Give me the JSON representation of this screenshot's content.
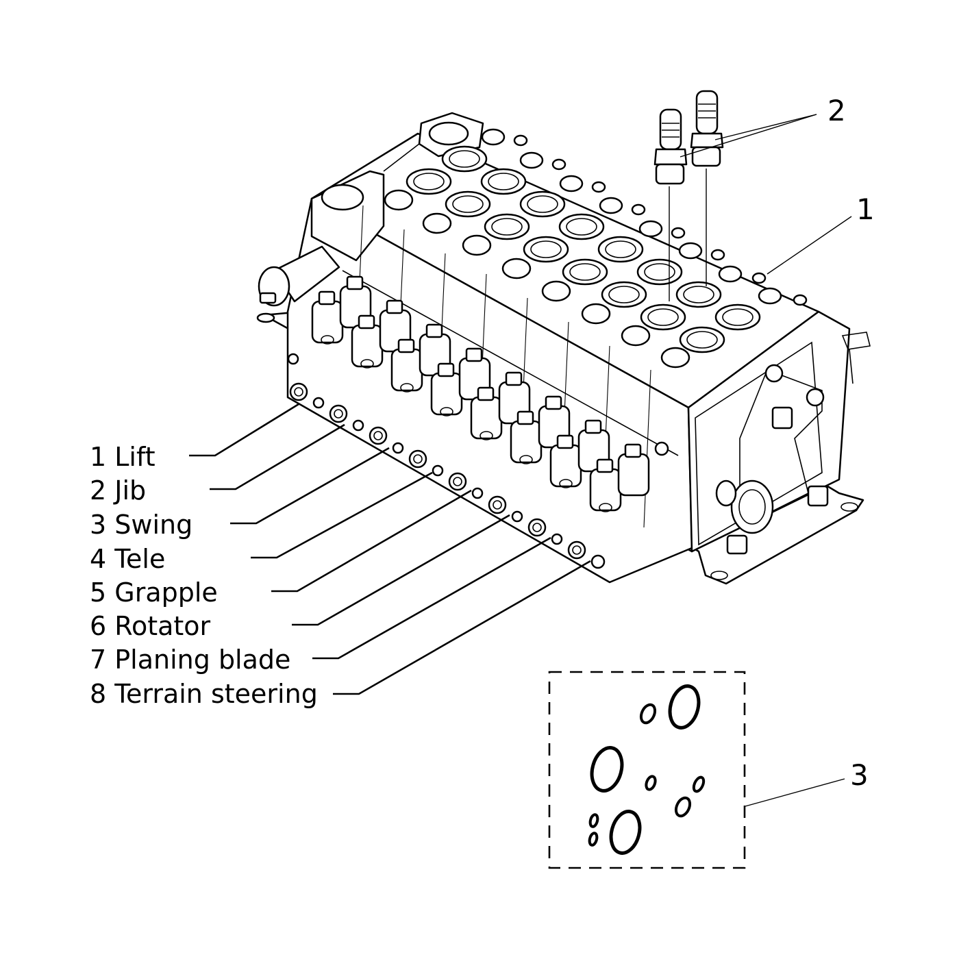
{
  "callouts": {
    "part_1": "1",
    "part_2": "2",
    "part_3": "3"
  },
  "sections": [
    "1 Lift",
    "2 Jib",
    "3 Swing",
    "4 Tele",
    "5 Grapple",
    "6 Rotator",
    "7 Planing blade",
    "8 Terrain steering"
  ]
}
